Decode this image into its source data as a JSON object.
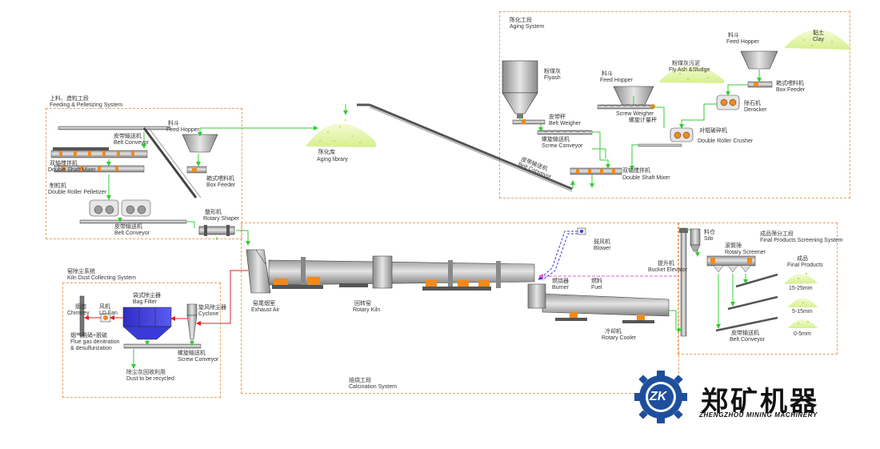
{
  "sections": {
    "feeding": {
      "cn": "上料、造粒工段",
      "en": "Feeding & Pelletizing System"
    },
    "aging": {
      "cn": "陈化工段",
      "en": "Aging System"
    },
    "dust": {
      "cn": "窑除尘系统",
      "en": "Kiln Dust Collecting System"
    },
    "calcination": {
      "cn": "焙烧工段",
      "en": "Calcination System"
    },
    "screening": {
      "cn": "成品筛分工段",
      "en": "Final Products Screening System"
    }
  },
  "equipment": {
    "belt_conveyor_top_left": {
      "cn": "皮带输送机",
      "en": "Belt Conveyor"
    },
    "double_shaft_mixer_left": {
      "cn": "双轴搅拌机",
      "en": "Double Shaft Mixer"
    },
    "double_roller_pelletizer": {
      "cn": "制粒机",
      "en": "Double Roller Pelletizer"
    },
    "belt_conveyor_bottom_left": {
      "cn": "皮带输送机",
      "en": "Belt Conveyor"
    },
    "feed_hopper_left": {
      "cn": "料斗",
      "en": "Feed Hopper"
    },
    "box_feeder_left": {
      "cn": "箱式喂料机",
      "en": "Box Feeder"
    },
    "rotary_shaper": {
      "cn": "整形机",
      "en": "Rotary Shaper"
    },
    "aging_library": {
      "cn": "陈化库",
      "en": "Aging library"
    },
    "belt_conveyor_diagonal": {
      "cn": "皮带输送机",
      "en": "Belt Conveyor"
    },
    "flyash": {
      "cn": "粉煤灰",
      "en": "Flyash"
    },
    "belt_weigher": {
      "cn": "皮带秤",
      "en": "Belt Weigher"
    },
    "screw_conveyor_aging": {
      "cn": "螺旋输送机",
      "en": "Screw Conveyor"
    },
    "feed_hopper_mid": {
      "cn": "料斗",
      "en": "Feed Hopper"
    },
    "fly_ash_sludge": {
      "cn": "粉煤灰污泥",
      "en": "Fly Ash &Sludge"
    },
    "screw_weigher": {
      "cn": "螺旋计量秤",
      "en": "Screw Weigher"
    },
    "feed_hopper_right": {
      "cn": "料斗",
      "en": "Feed Hopper"
    },
    "clay": {
      "cn": "黏土",
      "en": "Clay"
    },
    "box_feeder_right": {
      "cn": "箱式喂料机",
      "en": "Box Feeder"
    },
    "derocker": {
      "cn": "除石机",
      "en": "Derocker"
    },
    "double_roller_crusher": {
      "cn": "对辊破碎机",
      "en": "Double Roller Crusher"
    },
    "double_shaft_mixer_right": {
      "cn": "双轴搅拌机",
      "en": "Double Shaft Mixer"
    },
    "chimney": {
      "cn": "烟囱",
      "en": "Chimney"
    },
    "id_fan": {
      "cn": "风机",
      "en": "I.D.Fan"
    },
    "bag_filter": {
      "cn": "袋式除尘器",
      "en": "Bag Filter"
    },
    "cyclone": {
      "cn": "旋风除尘器",
      "en": "Cyclone"
    },
    "flue_gas": {
      "cn": "烟气脱硝+脱硫",
      "en1": "Flue gas denitration",
      "en2": "& desulfurization"
    },
    "screw_conveyor_dust": {
      "cn": "螺旋输送机",
      "en": "Screw Conveyor"
    },
    "dust_recycled": {
      "cn": "除尘灰回收利用",
      "en": "Dust to be recycled"
    },
    "exhaust_air": {
      "cn": "窑尾烟室",
      "en": "Exhaust Air"
    },
    "rotary_kiln": {
      "cn": "回转窑",
      "en": "Rotary Kiln"
    },
    "blower": {
      "cn": "鼓风机",
      "en": "Blower"
    },
    "burner": {
      "cn": "燃烧器",
      "en": "Burner"
    },
    "fuel": {
      "cn": "燃料",
      "en": "Fuel"
    },
    "bucket_elevator": {
      "cn": "提升机",
      "en": "Bucket Elevator"
    },
    "rotary_cooler": {
      "cn": "冷却机",
      "en": "Rotary Cooler"
    },
    "silo": {
      "cn": "料仓",
      "en": "Silo"
    },
    "rotary_screener": {
      "cn": "滚筒筛",
      "en": "Rotary Screener"
    },
    "final_products": {
      "cn": "成品",
      "en": "Final Products"
    },
    "size_1": "15-25mm",
    "size_2": "5-15mm",
    "size_3": "0-5mm",
    "belt_conveyor_screen": {
      "cn": "皮带输送机",
      "en": "Belt Conveyor"
    }
  },
  "logo": {
    "cn": "郑矿机器",
    "en": "ZHENGZHOU MINING MACHINERY",
    "mark": "ZK"
  },
  "colors": {
    "section_border": "#e8a165",
    "flow_green": "#33cc33",
    "flue_red": "#e02020",
    "air_blue": "#3a3ad8",
    "fuel_pink": "#e060d0",
    "machine_orange": "#f08a1c",
    "logo_blue": "#1e4f9c"
  }
}
